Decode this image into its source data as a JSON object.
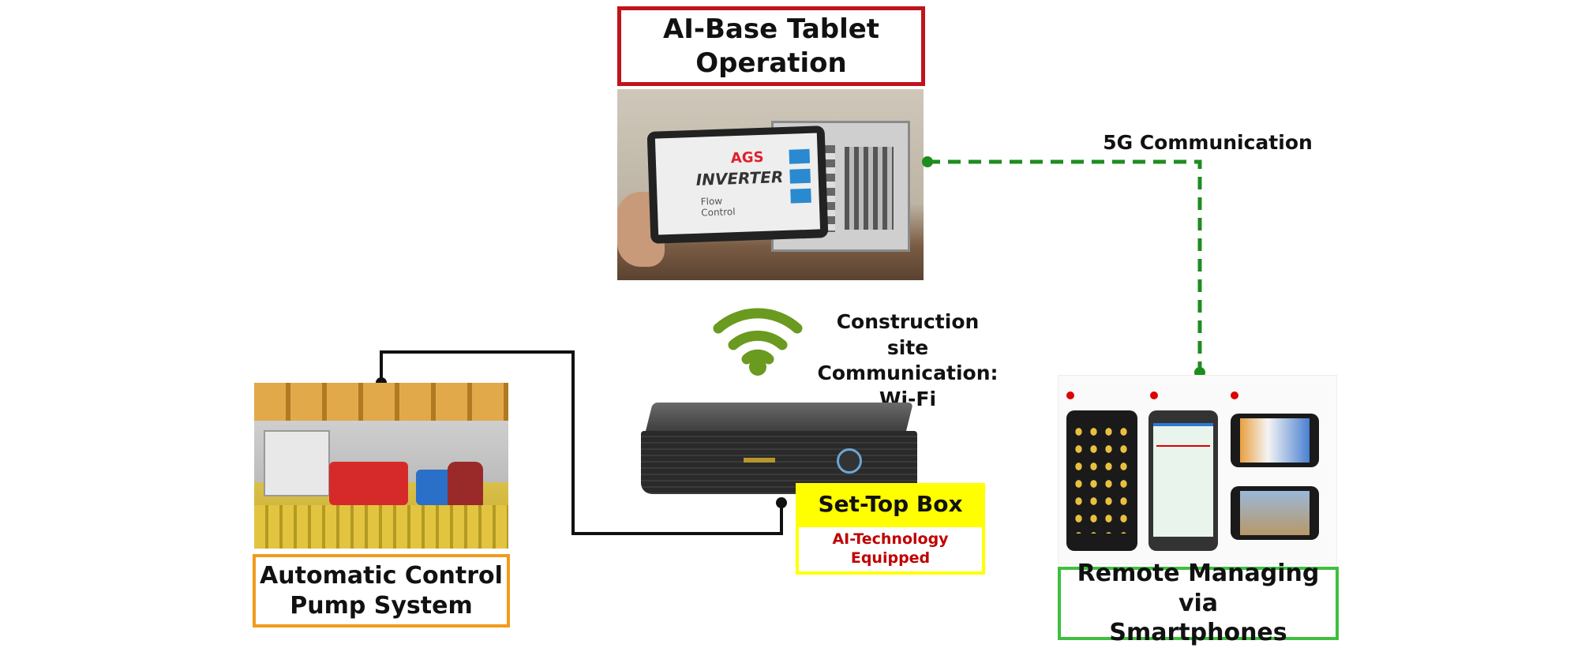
{
  "tablet": {
    "title_line1": "AI-Base Tablet",
    "title_line2": "Operation",
    "brand": "AGS",
    "product": "INVERTER",
    "screen_text": "Flow Control"
  },
  "link_5g": {
    "label": "5G Communication"
  },
  "wifi": {
    "label_line1": "Construction site",
    "label_line2": "Communication:",
    "label_line3": "Wi-Fi"
  },
  "settop": {
    "title": "Set-Top Box",
    "subtitle_line1": "AI-Technology",
    "subtitle_line2": "Equipped"
  },
  "pump": {
    "title_line1": "Automatic Control",
    "title_line2": "Pump System"
  },
  "remote": {
    "title_line1": "Remote Managing via",
    "title_line2": "Smartphones"
  },
  "colors": {
    "red": "#c0141c",
    "orange": "#f29a1b",
    "green": "#3fbf3f",
    "yellow": "#ffff00",
    "wifi_green": "#6a9a1f",
    "dash_green": "#1f8c1f"
  }
}
